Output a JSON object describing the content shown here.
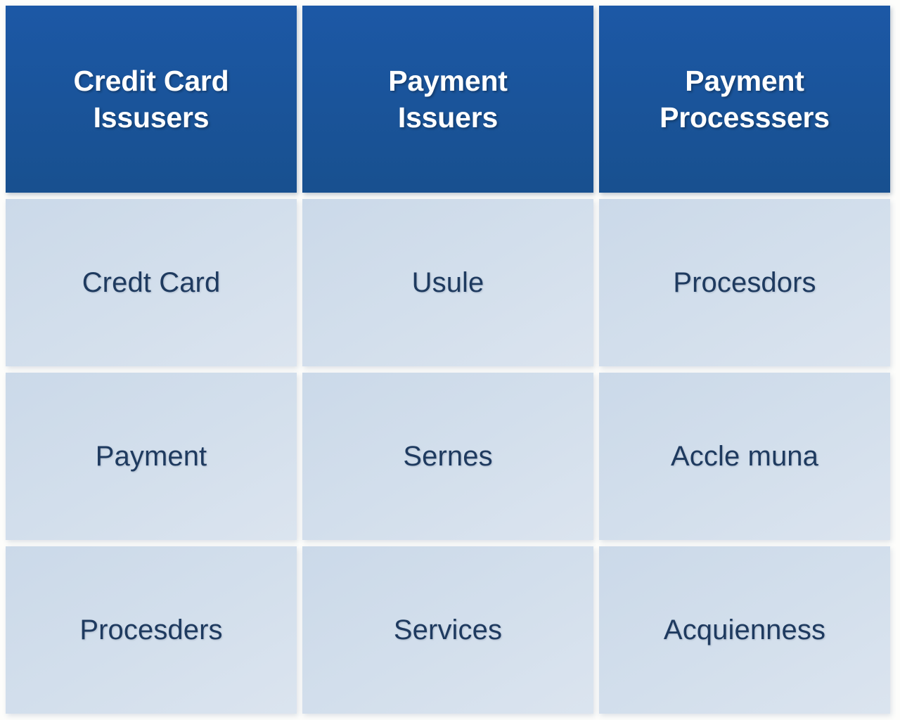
{
  "table": {
    "columns": 3,
    "rows": 4,
    "colors": {
      "header_background": "#1b55a2",
      "header_text": "#ffffff",
      "cell_background": "#d0dcea",
      "cell_text": "#1e3a5f",
      "page_background": "#fdfdfb",
      "gap": "#fbfbf8"
    },
    "headers": [
      {
        "line1": "Credit Card",
        "line2": "Issusers"
      },
      {
        "line1": "Payment",
        "line2": "Issuers"
      },
      {
        "line1": "Payment",
        "line2": "Processsers"
      }
    ],
    "body_rows": [
      [
        "Credt Card",
        "Usule",
        "Procesdors"
      ],
      [
        "Payment",
        "Sernes",
        "Accle muna"
      ],
      [
        "Procesders",
        "Services",
        "Acquienness"
      ]
    ]
  }
}
